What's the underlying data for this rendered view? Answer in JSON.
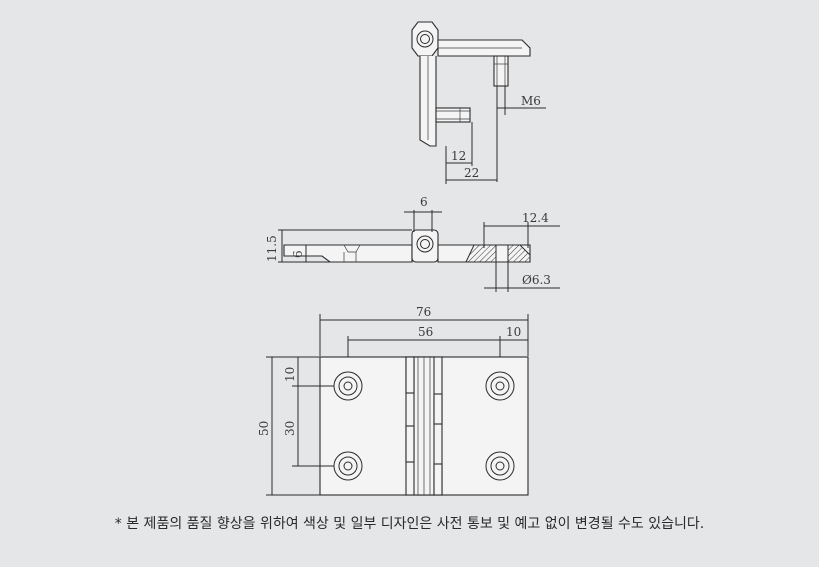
{
  "dimensions": {
    "m6": "M6",
    "d12": "12",
    "d22": "22",
    "d6top": "6",
    "d12_4": "12.4",
    "d11_5": "11.5",
    "d6left": "6",
    "dia6_3": "Ø6.3",
    "d76": "76",
    "d56": "56",
    "d10top": "10",
    "d50": "50",
    "d10side": "10",
    "d30": "30"
  },
  "footnote": "* 본 제품의 품질 향상을 위하여 색상 및 일부 디자인은 사전 통보 및 예고 없이 변경될 수도 있습니다."
}
